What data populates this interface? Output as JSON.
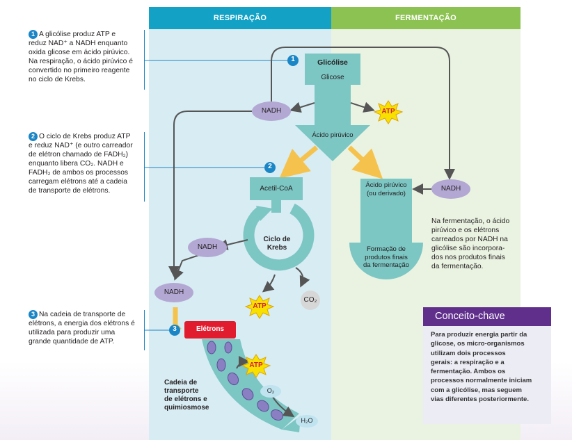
{
  "columns": {
    "respiration": "RESPIRAÇÃO",
    "fermentation": "FERMENTAÇÃO"
  },
  "steps": [
    {
      "num": "1",
      "text_lines": [
        "A glicólise produz ATP e",
        "reduz NAD⁺ a NADH enquanto",
        "oxida glicose em ácido pirúvico.",
        "Na respiração, o ácido pirúvico é",
        "convertido no primeiro reagente",
        "no ciclo de Krebs."
      ]
    },
    {
      "num": "2",
      "text_lines": [
        "O ciclo de Krebs produz ATP",
        "e reduz NAD⁺ (e outro carreador",
        "de elétron chamado de FADH₂)",
        "enquanto libera CO₂. NADH e",
        "FADH₂ de ambos os processos",
        "carregam elétrons até a cadeia",
        "de transporte de elétrons."
      ]
    },
    {
      "num": "3",
      "text_lines": [
        "Na cadeia de transporte de",
        "elétrons, a energia dos elétrons é",
        "utilizada para produzir uma",
        "grande quantidade de ATP."
      ]
    }
  ],
  "diagram": {
    "glycolysis_title": "Glicólise",
    "glucose": "Glicose",
    "pyruvic_acid": "Ácido pirúvico",
    "acetyl_coa": "Acetil-CoA",
    "krebs_line1": "Ciclo de",
    "krebs_line2": "Krebs",
    "nadh": "NADH",
    "atp": "ATP",
    "co2": "CO₂",
    "o2": "O₂",
    "h2o": "H₂O",
    "electrons": "Elétrons",
    "ferm_pyruvic_line1": "Ácido pirúvico",
    "ferm_pyruvic_line2": "(ou derivado)",
    "ferm_products": [
      "Formação de",
      "produtos finais",
      "da fermentação"
    ],
    "chain": [
      "Cadeia de",
      "transporte",
      "de elétrons e",
      "quimiosmose"
    ]
  },
  "ferm_note": [
    "Na fermentação, o ácido",
    "pirúvico e os elétrons",
    "carreados por NADH na",
    "glicólise são incorpora-",
    "dos nos produtos finais",
    "da fermentação."
  ],
  "key_concept": {
    "title": "Conceito-chave",
    "lines": [
      "Para produzir energia partir da",
      "glicose, os micro-organismos",
      "utilizam dois processos",
      "gerais: a respiração e a",
      "fermentação. Ambos os",
      "processos normalmente iniciam",
      "com a glicólise, mas seguem",
      "vias diferentes posteriormente."
    ]
  },
  "colors": {
    "respiration": "#13a2c6",
    "fermentation": "#8cc251",
    "teal_shape": "#7cc6c3",
    "nadh": "#b3a8d3",
    "electron_box": "#e21c2f",
    "key_header": "#5f2f8b",
    "step_badge": "#1b86c6"
  }
}
